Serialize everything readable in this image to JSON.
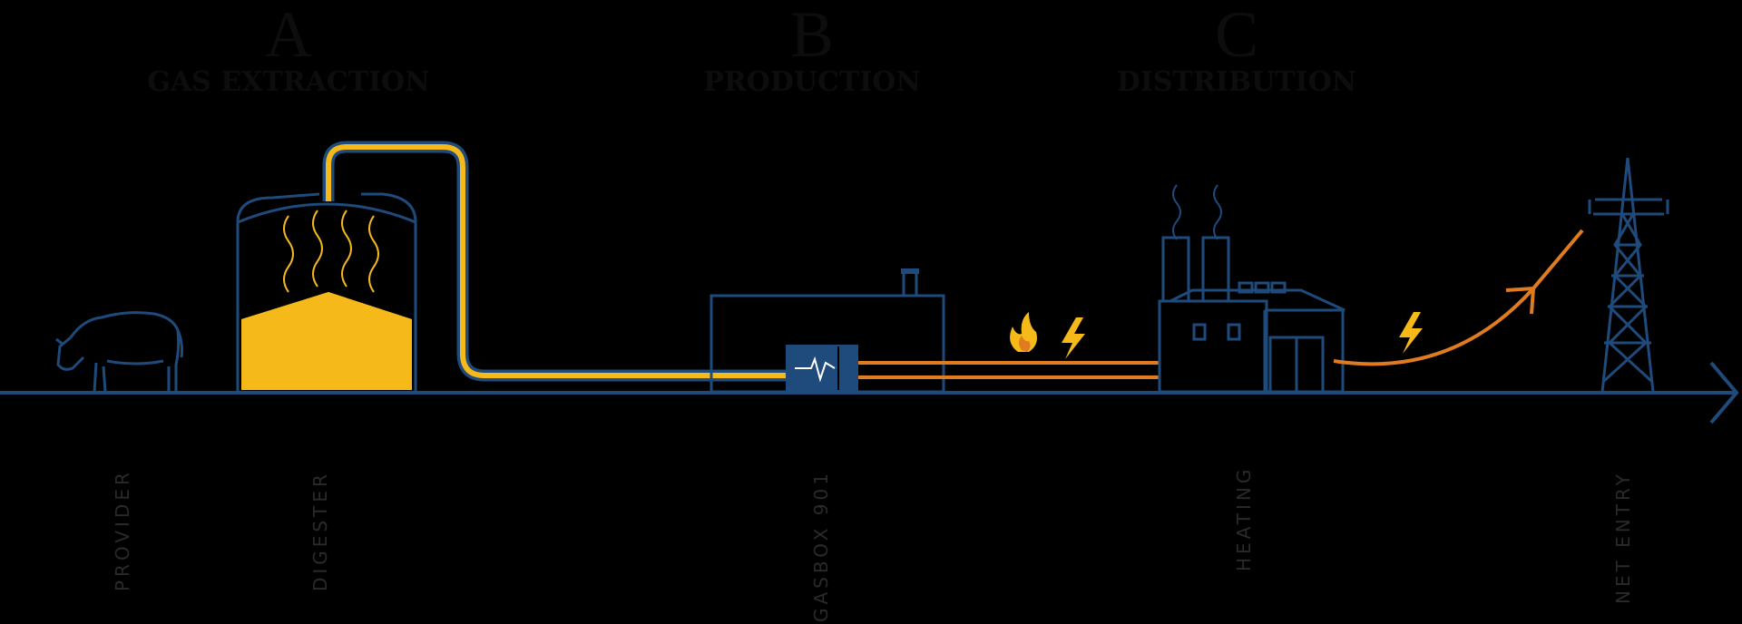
{
  "stages": [
    {
      "letter": "A",
      "title": "GAS EXTRACTION"
    },
    {
      "letter": "B",
      "title": "PRODUCTION"
    },
    {
      "letter": "C",
      "title": "DISTRIBUTION"
    }
  ],
  "labels": [
    {
      "text": "PROVIDER"
    },
    {
      "text": "DIGESTER"
    },
    {
      "text": "GASBOX 901"
    },
    {
      "text": "HEATING"
    },
    {
      "text": "NET ENTRY"
    }
  ],
  "colors": {
    "background": "#000000",
    "navy": "#1f4a7c",
    "yellow": "#f5b919",
    "orange": "#e07b1f",
    "title_text": "#0d0d0d",
    "label_text": "#2a2a2a"
  },
  "icons": [
    "cow-icon",
    "digester-tank-icon",
    "gas-pipe",
    "gasbox-unit-icon",
    "flame-icon",
    "lightning-icon",
    "factory-icon",
    "power-pylon-icon",
    "timeline-arrow"
  ]
}
